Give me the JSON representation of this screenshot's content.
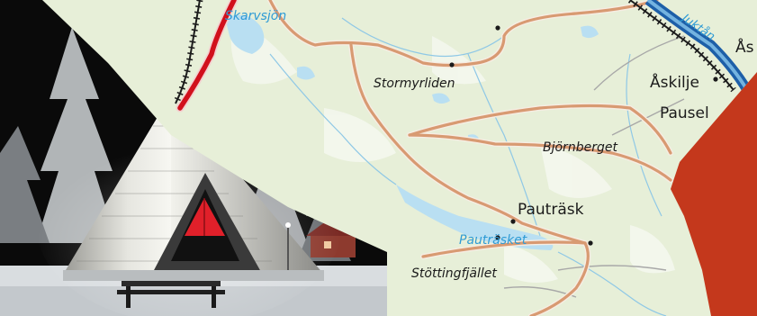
{
  "colors": {
    "map_land": "#e7efd8",
    "map_water": "#b9dff2",
    "road_primary": "#d89a72",
    "road_minor": "#a8a8a8",
    "railway": "#1c1c1c",
    "highway_red": "#d1101c",
    "river_blue": "#1d5fa8",
    "border_red": "#c4381c",
    "lake_label": "#2f9bd5",
    "label_dark": "#1a1a1a",
    "photo_bg": "#0a0a0a",
    "church_window": "#e0202a",
    "snow": "#d9dde0"
  },
  "map": {
    "labels": {
      "skarvsjon": "Skarvsjön",
      "stormyrliden": "Stormyrliden",
      "askilje": "Åskilje",
      "as": "Ås",
      "pausel": "Pausel",
      "bjornberget": "Björnberget",
      "pautrask": "Pauträsk",
      "pautrasket": "Pauträsket",
      "stottingfjallet": "Stöttingfjället",
      "juktan": "Juktån"
    }
  },
  "photo": {
    "icons": {
      "church": "church-icon",
      "trees": "frosted-tree-icon",
      "bench": "bench-icon"
    }
  }
}
